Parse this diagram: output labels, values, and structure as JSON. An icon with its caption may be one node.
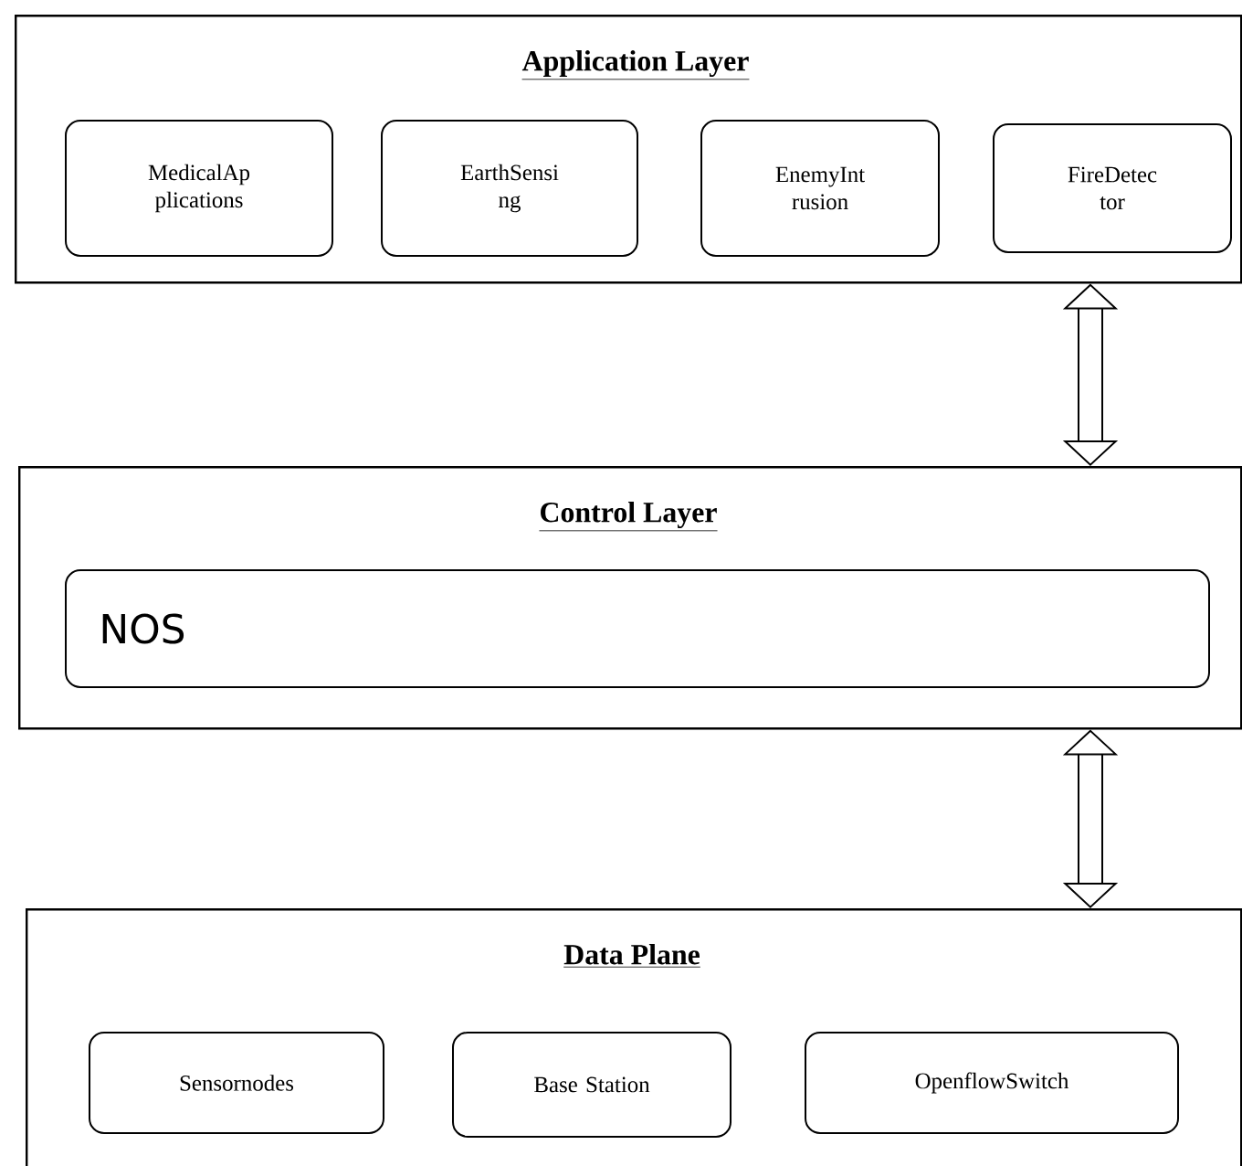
{
  "diagram": {
    "nodes": [
      {
        "text": [
          "Application Layer"
        ]
      },
      {
        "text": [
          "MedicalAp plications"
        ],
        "in": 0
      },
      {
        "text": [
          "EarthSensi ng"
        ],
        "in": 0
      },
      {
        "text": [
          "EnemyInt rusion"
        ],
        "in": 0
      },
      {
        "text": [
          "FireDetec tor"
        ],
        "in": 0
      },
      {
        "text": [
          "Control Layer"
        ]
      },
      {
        "text": [
          "NOS"
        ],
        "in": 5
      },
      {
        "text": [
          "Data Plane"
        ]
      },
      {
        "text": [
          "Sensornodes"
        ],
        "in": 7
      },
      {
        "text": [
          "Base Station"
        ],
        "in": 7
      },
      {
        "text": [
          "OpenflowSwitch"
        ],
        "in": 7
      }
    ],
    "edges": [
      {
        "from": 0,
        "to": 5,
        "arrow": "both"
      },
      {
        "from": 5,
        "to": 7,
        "arrow": "both"
      }
    ]
  }
}
